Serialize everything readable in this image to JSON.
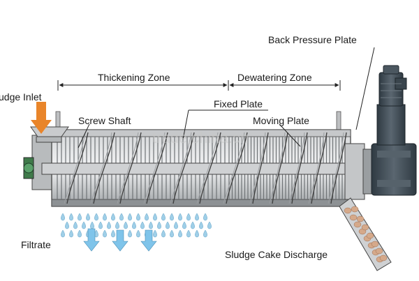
{
  "labels": {
    "sludge_inlet": "udge Inlet",
    "thickening_zone": "Thickening Zone",
    "dewatering_zone": "Dewatering Zone",
    "back_pressure_plate": "Back Pressure Plate",
    "fixed_plate": "Fixed Plate",
    "screw_shaft": "Screw Shaft",
    "moving_plate": "Moving Plate",
    "filtrate": "Filtrate",
    "sludge_cake_discharge": "Sludge Cake Discharge"
  },
  "watermark": "trade.china.cn",
  "colors": {
    "inlet_arrow": "#e9852a",
    "filtrate_arrow": "#7fc4ea",
    "water_drop": "#9fcfe8",
    "machine_metal": "#a9acae",
    "motor_dark": "#3e4a52",
    "outline": "#2a2a2a"
  },
  "icons": {
    "inlet": "down-arrow-icon",
    "filtrate": "down-arrow-icon",
    "motor": "gear-motor-icon"
  }
}
